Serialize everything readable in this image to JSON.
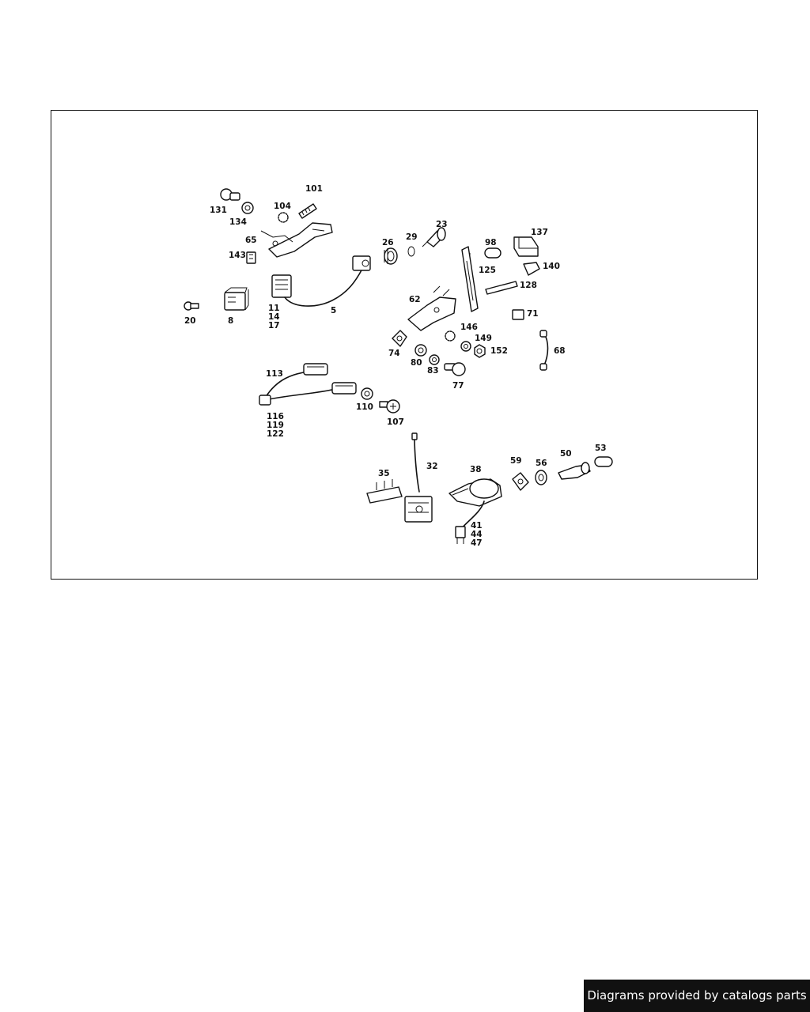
{
  "footer": {
    "text": "Diagrams provided by catalogs parts"
  },
  "labels": {
    "p131": "131",
    "p134": "134",
    "p104": "104",
    "p101": "101",
    "p65": "65",
    "p143": "143",
    "p26": "26",
    "p29": "29",
    "p23": "23",
    "p98": "98",
    "p137": "137",
    "p140": "140",
    "p125": "125",
    "p128": "128",
    "p62": "62",
    "p71": "71",
    "p146": "146",
    "p149": "149",
    "p152": "152",
    "p74": "74",
    "p80": "80",
    "p83": "83",
    "p77": "77",
    "p68": "68",
    "p20": "20",
    "p8": "8",
    "p11": "11",
    "p14": "14",
    "p17": "17",
    "p5": "5",
    "p113": "113",
    "p116": "116",
    "p119": "119",
    "p122": "122",
    "p110": "110",
    "p107": "107",
    "p35": "35",
    "p32": "32",
    "p38": "38",
    "p59": "59",
    "p56": "56",
    "p50": "50",
    "p53": "53",
    "p41": "41",
    "p44": "44",
    "p47": "47"
  }
}
